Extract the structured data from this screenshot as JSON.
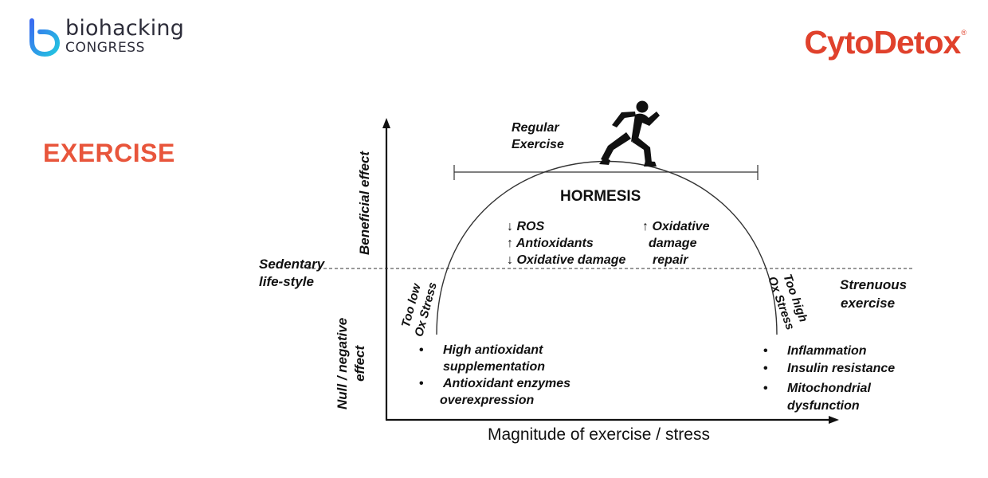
{
  "header": {
    "brand_name": "biohacking",
    "brand_sub": "CONGRESS",
    "partner_logo": "CytoDetox",
    "partner_mark": "®"
  },
  "section_title": "EXERCISE",
  "diagram": {
    "runner_label_line1": "Regular",
    "runner_label_line2": "Exercise",
    "center_label": "HORMESIS",
    "y_axis_top": "Beneficial  effect",
    "y_axis_bottom_line1": "Null  / negative",
    "y_axis_bottom_line2": "effect",
    "x_axis": "Magnitude of exercise / stress",
    "left_baseline_line1": "Sedentary",
    "left_baseline_line2": "life-style",
    "right_baseline_line1": "Strenuous",
    "right_baseline_line2": "exercise",
    "too_low_line1": "Too low",
    "too_low_line2": "Ox Stress",
    "too_high_line1": "Too high",
    "too_high_line2": "Ox Stress",
    "inner_left": [
      "↓ ROS",
      "↑ Antioxidants",
      "↓ Oxidative damage"
    ],
    "inner_right": [
      "↑ Oxidative",
      "damage",
      "repair"
    ],
    "left_bullets": [
      {
        "line1": "High antioxidant",
        "line2": "supplementation"
      },
      {
        "line1": "Antioxidant enzymes",
        "line2": "overexpression"
      }
    ],
    "right_bullets": [
      {
        "line1": "Inflammation",
        "line2": ""
      },
      {
        "line1": "Insulin resistance",
        "line2": ""
      },
      {
        "line1": "Mitochondrial",
        "line2": "dysfunction"
      }
    ]
  },
  "colors": {
    "accent": "#e8553b",
    "brand_red": "#e0412c",
    "logo_gradient_start": "#3b6bf0",
    "logo_gradient_end": "#22c6e0"
  }
}
